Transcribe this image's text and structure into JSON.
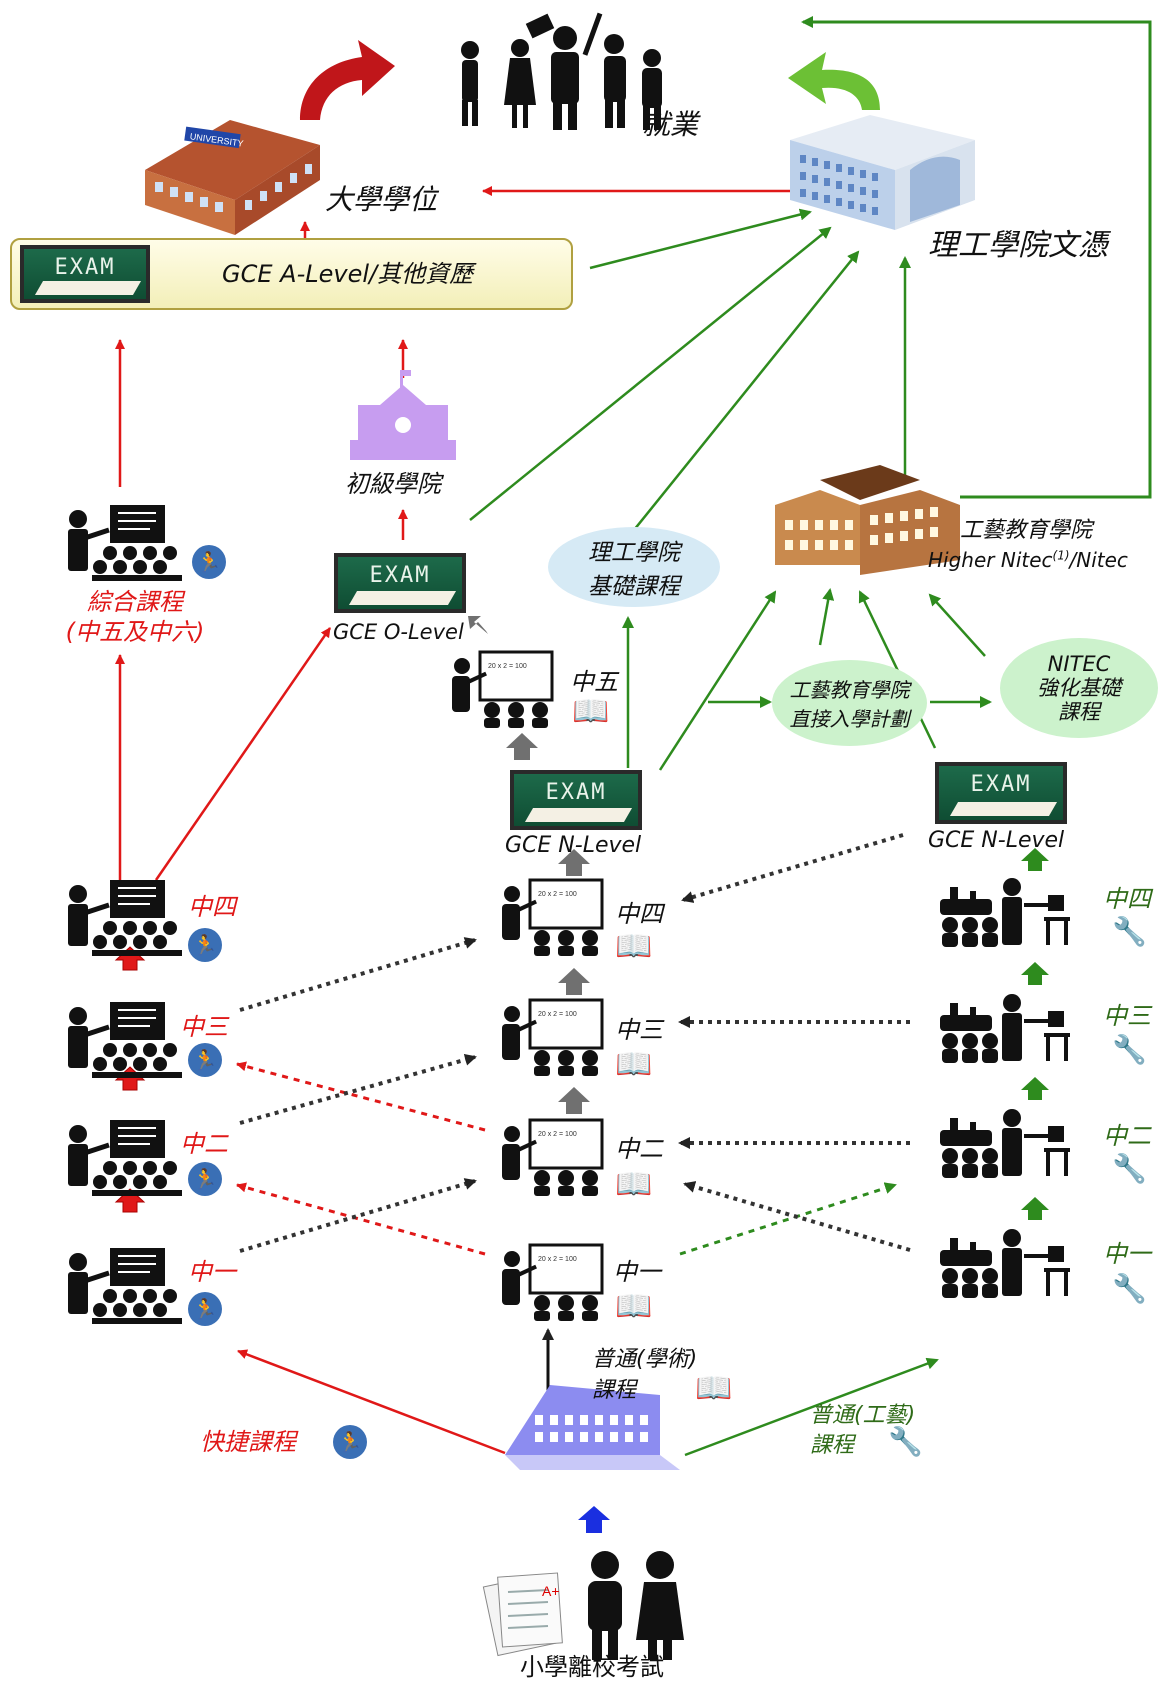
{
  "labels": {
    "employment": "就業",
    "university": "大學學位",
    "poly_diploma": "理工學院文憑",
    "alevel": "GCE A-Level/其他資歷",
    "junior_college": "初級學院",
    "integrated_1": "綜合課程",
    "integrated_2": "(中五及中六)",
    "olevel": "GCE O-Level",
    "poly_foundation_1": "理工學院",
    "poly_foundation_2": "基礎課程",
    "ite_1": "工藝教育學院",
    "ite_2": "Higher Nitec",
    "ite_sup": "(1)",
    "ite_3": "/Nitec",
    "ite_direct_1": "工藝教育學院",
    "ite_direct_2": "直接入學計劃",
    "nitec_1": "NITEC",
    "nitec_2": "強化基礎",
    "nitec_3": "課程",
    "s5": "中五",
    "nlevel_mid": "GCE N-Level",
    "nlevel_right": "GCE N-Level",
    "express": [
      "中四",
      "中三",
      "中二",
      "中一"
    ],
    "academic": [
      "中四",
      "中三",
      "中二",
      "中一"
    ],
    "technical": [
      "中四",
      "中三",
      "中二",
      "中一"
    ],
    "academic_stream_1": "普通(學術)",
    "academic_stream_2": "課程",
    "express_stream": "快捷課程",
    "technical_stream_1": "普通(工藝)",
    "technical_stream_2": "課程",
    "psle": "小學離校考試",
    "exam_chalk": "EXAM",
    "university_sign": "UNIVERSITY"
  },
  "colors": {
    "red": "#e01818",
    "green": "#2e8b1e",
    "dark_green": "#2f6b18",
    "gray": "#333333",
    "blue": "#1a2fe0",
    "text_blue": "#1f6fd0"
  },
  "icons": [
    "runner-icon",
    "book-icon",
    "tools-icon",
    "exam-board-icon",
    "teacher-icon",
    "workshop-icon"
  ]
}
